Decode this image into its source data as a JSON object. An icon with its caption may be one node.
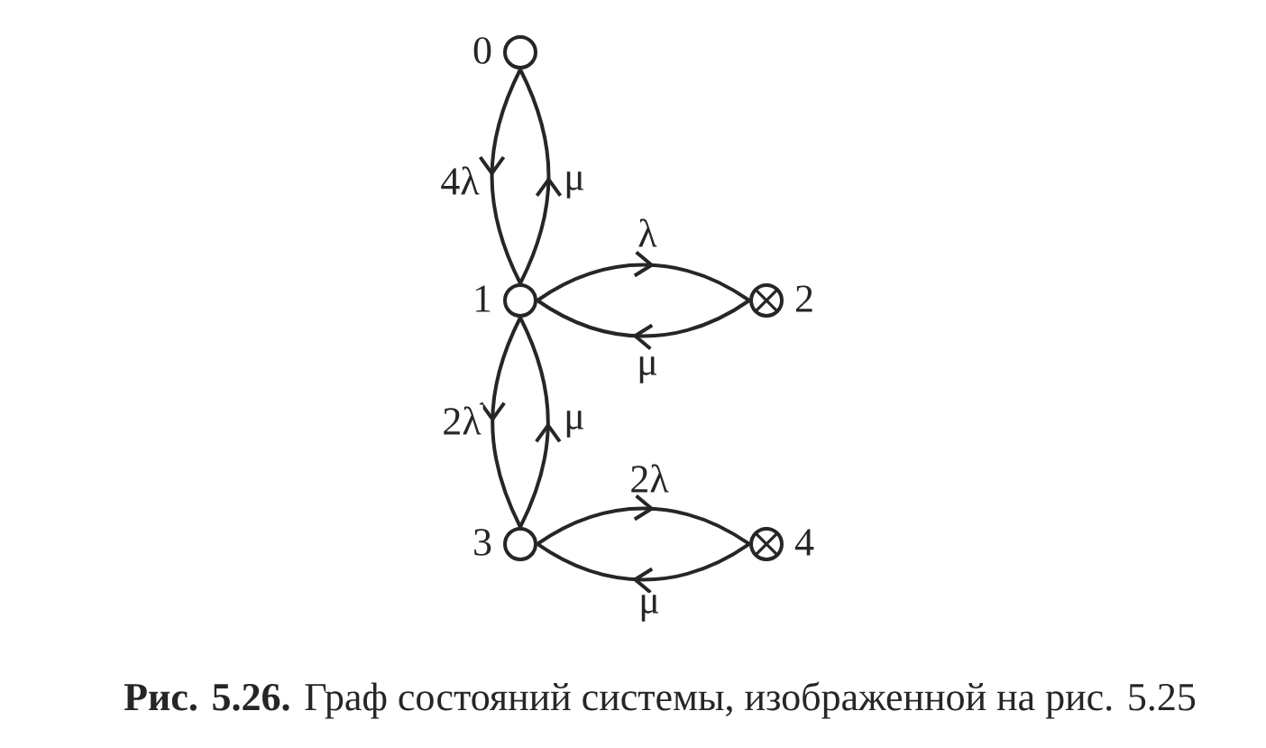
{
  "diagram": {
    "caption": "**Рис. 5.26.** Граф состояний системы, изображенной на рис. 5.25",
    "nodes": [
      {
        "text": [],
        "shape": "circle",
        "beside": [
          "0"
        ]
      },
      {
        "text": [],
        "shape": "circle",
        "beside": [
          "1"
        ]
      },
      {
        "text": [],
        "shape": "crossed-circle",
        "beside": [
          "2"
        ]
      },
      {
        "text": [],
        "shape": "circle",
        "beside": [
          "3"
        ]
      },
      {
        "text": [],
        "shape": "crossed-circle",
        "beside": [
          "4"
        ]
      }
    ],
    "edges": [
      {
        "from": 0,
        "to": 1,
        "arrow": "to",
        "label": "4λ"
      },
      {
        "from": 1,
        "to": 0,
        "arrow": "to",
        "label": "μ"
      },
      {
        "from": 1,
        "to": 2,
        "arrow": "to",
        "label": "λ"
      },
      {
        "from": 2,
        "to": 1,
        "arrow": "to",
        "label": "μ"
      },
      {
        "from": 1,
        "to": 3,
        "arrow": "to",
        "label": "2λ"
      },
      {
        "from": 3,
        "to": 1,
        "arrow": "to",
        "label": "μ"
      },
      {
        "from": 3,
        "to": 4,
        "arrow": "to",
        "label": "2λ"
      },
      {
        "from": 4,
        "to": 3,
        "arrow": "to",
        "label": "μ"
      }
    ]
  }
}
